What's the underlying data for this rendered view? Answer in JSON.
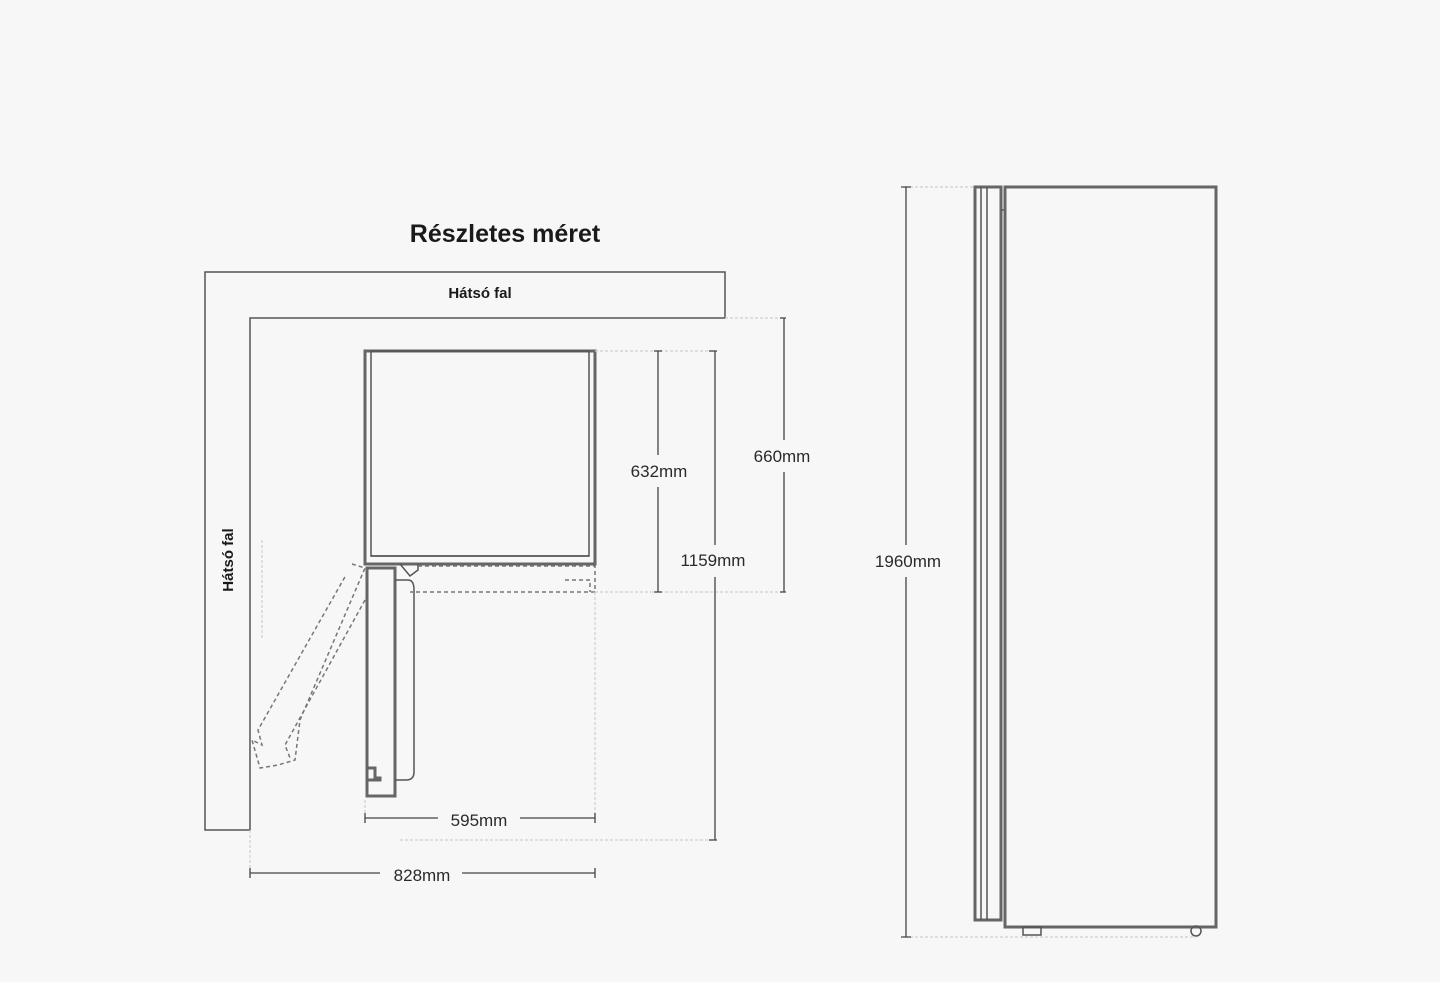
{
  "title": "Részletes méret",
  "top_view": {
    "back_wall_top_label": "Hátsó fal",
    "back_wall_side_label": "Hátsó fal",
    "depth_body": "632mm",
    "depth_with_door": "660mm",
    "depth_door_open": "1159mm",
    "width": "595mm",
    "width_door_open": "828mm"
  },
  "side_view": {
    "height": "1960mm"
  }
}
